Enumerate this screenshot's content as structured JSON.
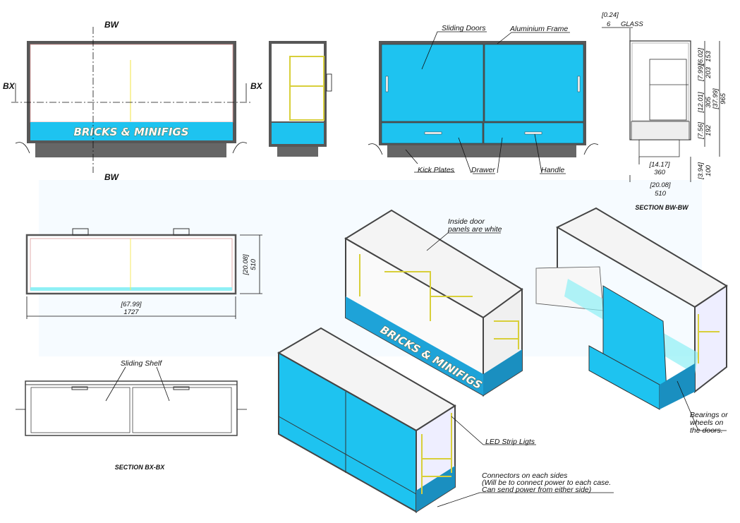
{
  "colors": {
    "panel_blue": "#1ec3f0",
    "frame": "#575757",
    "kick_plate": "#666666",
    "shelf_frame": "#d8cf3a",
    "led": "#8ff0f5"
  },
  "brand": {
    "logo": "BRICKS & MINIFIGS"
  },
  "front_view": {
    "cut_top": "BW",
    "cut_bottom": "BW",
    "cut_left": "BX",
    "cut_right": "BX"
  },
  "door_view": {
    "labels": {
      "sliding_doors": "Sliding Doors",
      "aluminium_frame": "Aluminium Frame",
      "kick_plates": "Kick Plates",
      "drawer": "Drawer",
      "handle": "Handle"
    }
  },
  "section_bw": {
    "title": "SECTION BW-BW",
    "glass": {
      "inch": "[0.24]",
      "mm": "6",
      "label": "GLASS"
    },
    "dims": [
      {
        "inch": "[6.02]",
        "mm": "153"
      },
      {
        "inch": "[7.99]",
        "mm": "203"
      },
      {
        "inch": "[12.01]",
        "mm": "305"
      },
      {
        "inch": "[7.56]",
        "mm": "192"
      },
      {
        "inch": "[37.99]",
        "mm": "965"
      },
      {
        "inch": "[3.94]",
        "mm": "100"
      },
      {
        "inch": "[14.17]",
        "mm": "360"
      },
      {
        "inch": "[20.08]",
        "mm": "510"
      }
    ]
  },
  "top_view": {
    "width": {
      "inch": "[67.99]",
      "mm": "1727"
    },
    "depth": {
      "inch": "[20.08]",
      "mm": "510"
    }
  },
  "section_bx": {
    "title": "SECTION BX-BX",
    "label": "Sliding Shelf"
  },
  "notes": {
    "inside_door": [
      "Inside door",
      "panels are white"
    ],
    "led": "LED Strip Ligts",
    "connectors": [
      "Connectors on each sides",
      "(Will be to connect power to each case.",
      "Can send power from either side)"
    ],
    "bearings": [
      "Bearings or",
      "wheels on",
      "the doors."
    ]
  }
}
